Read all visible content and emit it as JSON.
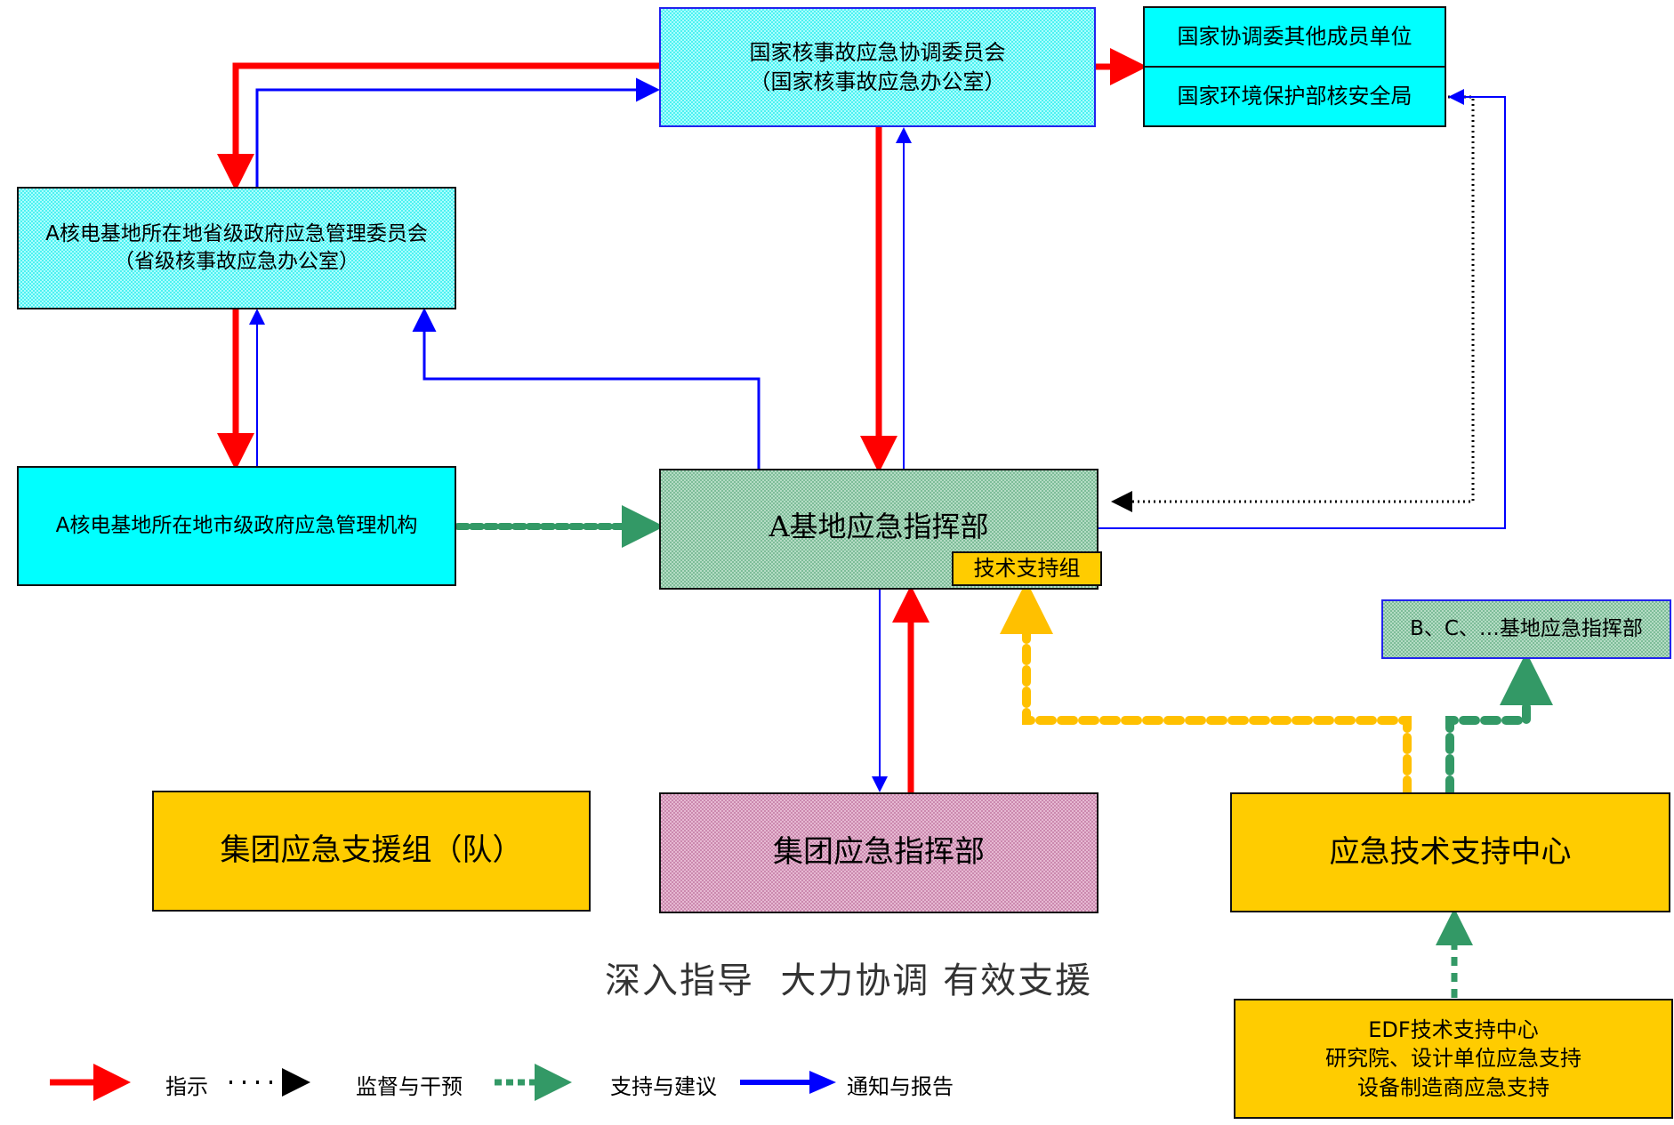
{
  "diagram": {
    "nodes": {
      "national_committee": {
        "line1": "国家核事故应急协调委员会",
        "line2": "（国家核事故应急办公室）"
      },
      "national_members": {
        "label": "国家协调委其他成员单位"
      },
      "nnsa": {
        "label": "国家环境保护部核安全局"
      },
      "provincial": {
        "line1": "A核电基地所在地省级政府应急管理委员会",
        "line2": "（省级核事故应急办公室）"
      },
      "city": {
        "label": "A核电基地所在地市级政府应急管理机构"
      },
      "base_command": {
        "label": "A基地应急指挥部"
      },
      "tech_group": {
        "label": "技术支持组"
      },
      "other_bases": {
        "label": "B、C、…基地应急指挥部"
      },
      "group_support": {
        "label": "集团应急支援组（队）"
      },
      "group_command": {
        "label": "集团应急指挥部"
      },
      "tech_center": {
        "label": "应急技术支持中心"
      },
      "edf": {
        "line1": "EDF技术支持中心",
        "line2": "研究院、设计单位应急支持",
        "line3": "设备制造商应急支持"
      }
    },
    "slogan": "深入指导  大力协调 有效支援",
    "legend": [
      {
        "label": "指示",
        "style": "solid-thick",
        "color": "#ff0000"
      },
      {
        "label": "监督与干预",
        "style": "dotted",
        "color": "#000000"
      },
      {
        "label": "支持与建议",
        "style": "dashed-thick",
        "color": "#339966"
      },
      {
        "label": "通知与报告",
        "style": "solid-thin",
        "color": "#0000ff"
      }
    ],
    "edges": [
      {
        "from": "national_committee",
        "to": "provincial",
        "type": "指示"
      },
      {
        "from": "provincial",
        "to": "national_committee",
        "type": "通知与报告"
      },
      {
        "from": "national_committee",
        "to": "national_members",
        "type": "指示"
      },
      {
        "from": "national_committee",
        "to": "base_command",
        "type": "指示"
      },
      {
        "from": "base_command",
        "to": "national_committee",
        "type": "通知与报告"
      },
      {
        "from": "provincial",
        "to": "city",
        "type": "指示"
      },
      {
        "from": "city",
        "to": "provincial",
        "type": "通知与报告"
      },
      {
        "from": "base_command",
        "to": "provincial",
        "type": "通知与报告"
      },
      {
        "from": "city",
        "to": "base_command",
        "type": "支持与建议"
      },
      {
        "from": "nnsa",
        "to": "base_command",
        "type": "监督与干预"
      },
      {
        "from": "base_command",
        "to": "nnsa",
        "type": "通知与报告"
      },
      {
        "from": "base_command",
        "to": "group_command",
        "type": "通知与报告"
      },
      {
        "from": "group_command",
        "to": "base_command",
        "type": "指示"
      },
      {
        "from": "tech_center",
        "to": "tech_group",
        "type": "支持与建议"
      },
      {
        "from": "tech_center",
        "to": "other_bases",
        "type": "支持与建议"
      },
      {
        "from": "edf",
        "to": "tech_center",
        "type": "支持与建议"
      }
    ]
  },
  "colors": {
    "instruct": "#ff0000",
    "supervise": "#000000",
    "support": "#339966",
    "support_tech": "#ffc000",
    "report": "#0000ff"
  }
}
